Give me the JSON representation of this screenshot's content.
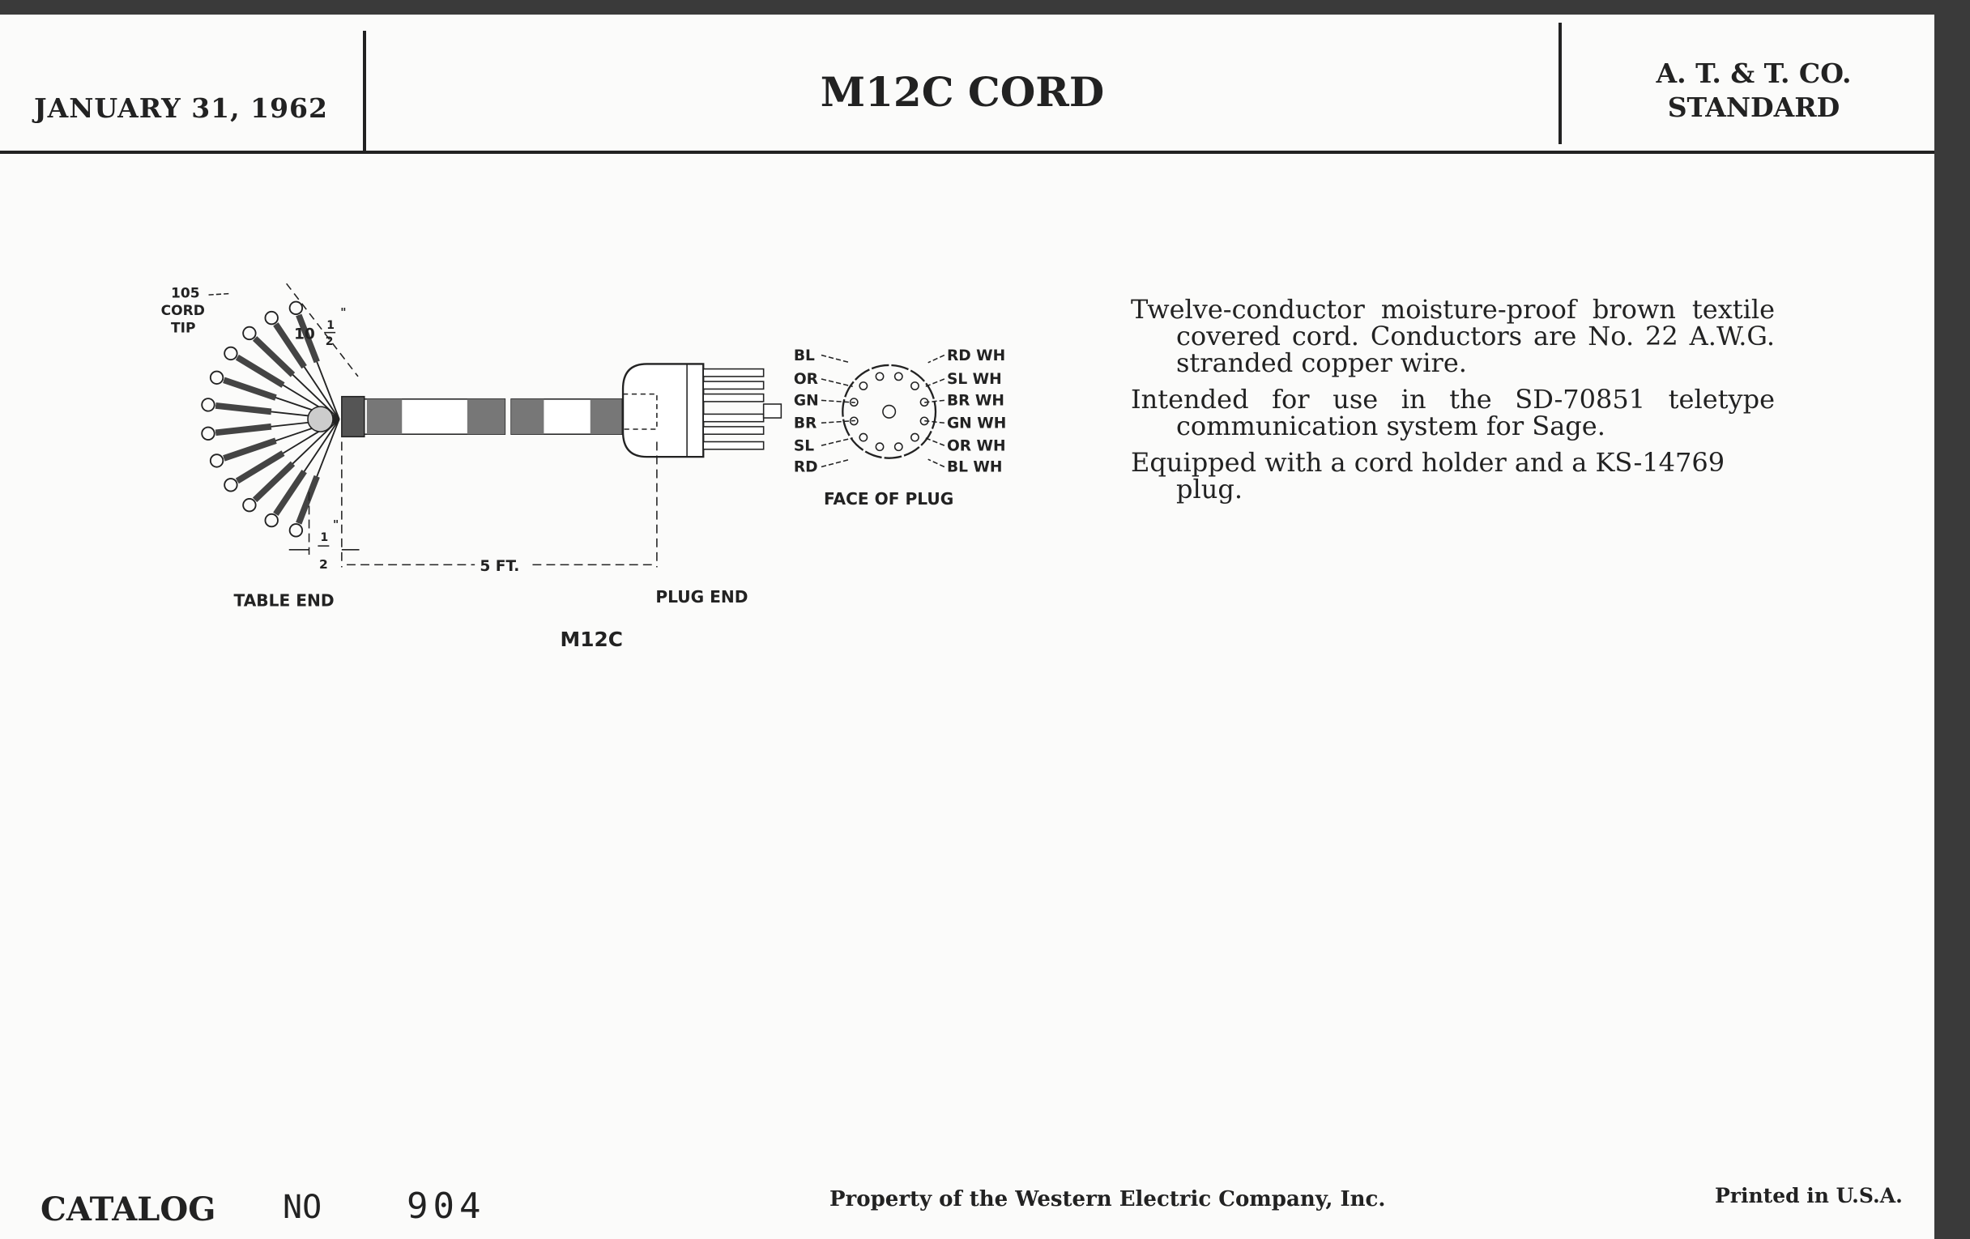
{
  "header": {
    "date": "JANUARY 31, 1962",
    "title": "M12C CORD",
    "standard_line1": "A. T. & T. CO.",
    "standard_line2": "STANDARD"
  },
  "diagram": {
    "tip_label": [
      "105",
      "CORD",
      "TIP"
    ],
    "length_tip": "10",
    "half": "1",
    "half_den": "2",
    "inch_mark": "\"",
    "length_cord": "5 FT.",
    "table_end": "TABLE END",
    "plug_end": "PLUG END",
    "caption": "M12C",
    "face_caption": "FACE OF PLUG",
    "left_pins": [
      "BL",
      "OR",
      "GN",
      "BR",
      "SL",
      "RD"
    ],
    "right_pins": [
      "RD WH",
      "SL WH",
      "BR WH",
      "GN WH",
      "OR WH",
      "BL WH"
    ]
  },
  "description": [
    "Twelve-conductor moisture-proof brown textile covered cord. Conductors are No. 22 A.W.G. stranded copper wire.",
    "Intended for use in the SD-70851 teletype communication system for Sage.",
    "Equipped with a cord holder and a KS-14769 plug."
  ],
  "footer": {
    "catalog": "CATALOG",
    "no": "NO",
    "number": "904",
    "property": "Property of the Western Electric Company, Inc.",
    "printed": "Printed in U.S.A."
  }
}
